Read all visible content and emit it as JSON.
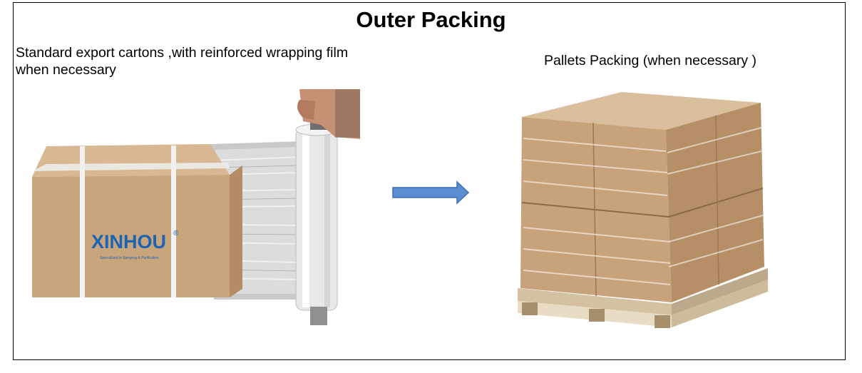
{
  "title": "Outer Packing",
  "left_caption": "Standard export cartons ,with reinforced wrapping film when necessary",
  "right_caption": "Pallets Packing (when necessary )",
  "carton_brand": "XINHOU",
  "carton_brand_mark": "®",
  "carton_tagline": "Specialized in Spraying & Purification",
  "arrow_icon": "right-arrow-icon",
  "colors": {
    "arrow_fill": "#5b8ed0",
    "arrow_stroke": "#3f6fae",
    "cardboard": "#c9a57c",
    "brand_blue": "#1d63b5"
  }
}
